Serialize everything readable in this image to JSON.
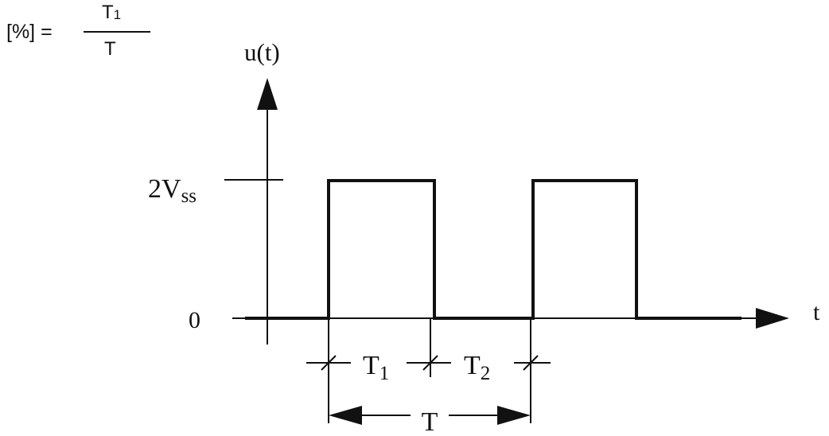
{
  "formula": {
    "lhs": "[%] =",
    "numerator": "T",
    "numerator_sub": "1",
    "denominator": "T"
  },
  "axes": {
    "y_label": "u(t)",
    "x_label": "t",
    "high_level": "2V",
    "high_level_sub": "ss",
    "zero": "0"
  },
  "intervals": {
    "t1": "T",
    "t1_sub": "1",
    "t2": "T",
    "t2_sub": "2",
    "period": "T"
  },
  "colors": {
    "ink": "#111111",
    "background": "#ffffff"
  }
}
